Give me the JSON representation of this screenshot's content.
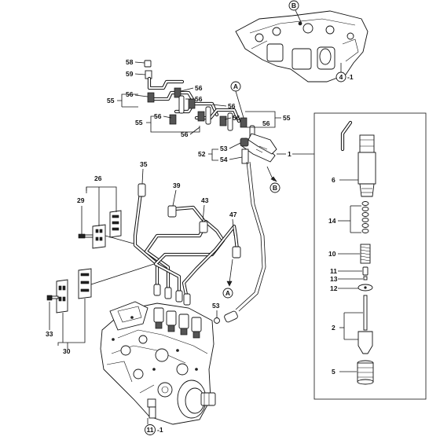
{
  "callouts": {
    "c1": "1",
    "c2": "2",
    "c5": "5",
    "c6": "6",
    "c10": "10",
    "c11": "11",
    "c12": "12",
    "c13": "13",
    "c14": "14",
    "c26": "26",
    "c29": "29",
    "c30": "30",
    "c33": "33",
    "c35": "35",
    "c39": "39",
    "c43": "43",
    "c47": "47",
    "c52": "52",
    "c53a": "53",
    "c53b": "53",
    "c54": "54",
    "c55a": "55",
    "c55b": "55",
    "c55c": "55",
    "c56a": "56",
    "c56b": "56",
    "c56c": "56",
    "c56d": "56",
    "c56e": "56",
    "c56f": "56",
    "c56g": "56",
    "c58": "58",
    "c59": "59"
  },
  "refs": {
    "A1": "A",
    "A2": "A",
    "B1": "B",
    "B2": "B",
    "head_num": "4",
    "head_suffix": "-1",
    "pump_num": "11",
    "pump_suffix": "-1"
  }
}
